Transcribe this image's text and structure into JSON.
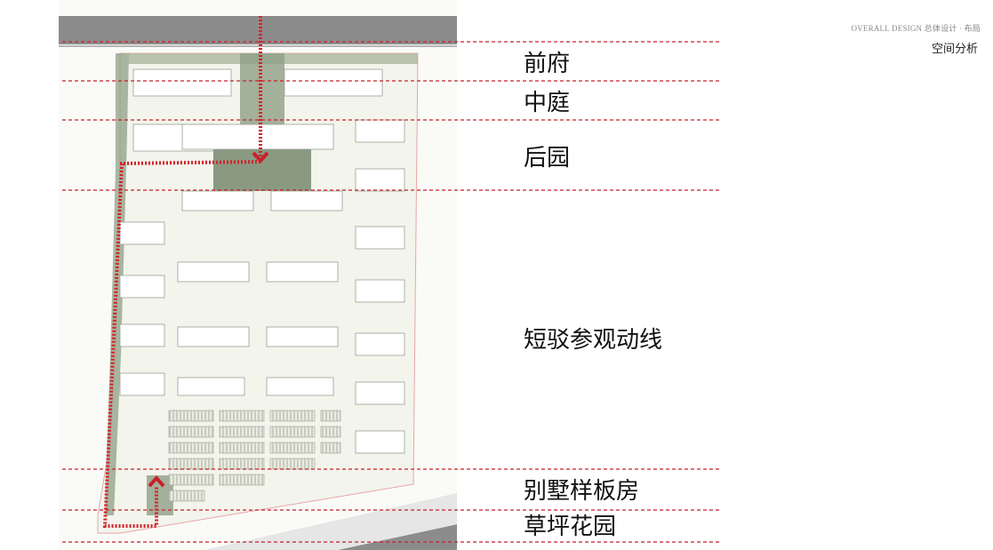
{
  "header": {
    "subtitle": "OVERALL DESIGN 总体设计 · 布局",
    "title": "空间分析"
  },
  "zones": [
    {
      "label": "前府"
    },
    {
      "label": "中庭"
    },
    {
      "label": "后园"
    },
    {
      "label": "短驳参观动线"
    },
    {
      "label": "别墅样板房"
    },
    {
      "label": "草坪花园"
    }
  ],
  "colors": {
    "route": "#d2232a",
    "divider": "#c8202a",
    "road": "#8c8c8c",
    "site": "#f3f4ec",
    "green": "#8e9f86",
    "building": "#ffffff"
  }
}
